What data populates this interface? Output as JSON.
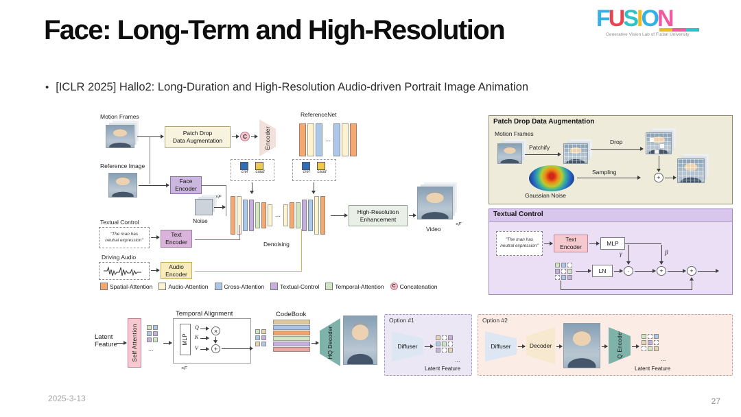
{
  "slide": {
    "title": "Face: Long-Term and High-Resolution",
    "bullet_marker": "•",
    "bullet": "[ICLR 2025] Hallo2: Long-Duration and High-Resolution Audio-driven Portrait Image Animation",
    "date": "2025-3-13",
    "page_number": "27"
  },
  "logo": {
    "letters": [
      {
        "char": "F",
        "color": "#33b1e4"
      },
      {
        "char": "U",
        "color": "#e84550"
      },
      {
        "char": "S",
        "color": "#2fc2c6"
      },
      {
        "char": "I",
        "color": "#f2b822"
      },
      {
        "char": "O",
        "color": "#33b1e4"
      },
      {
        "char": "N",
        "color": "#ef5ba1"
      }
    ],
    "subtitle": "Generative Vision Lab of Fudan University"
  },
  "main": {
    "motion_frames": "Motion Frames",
    "reference_image": "Reference Image",
    "textual_control": "Textual Control",
    "driving_audio": "Driving Audio",
    "prompt": "\"The man has\nneutral expression\"",
    "patch_drop": "Patch Drop\nData Augmentation",
    "concat": "C",
    "encoder": "Encoder",
    "referencenet": "ReferenceNet",
    "face_encoder": "Face\nEncoder",
    "text_encoder": "Text\nEncoder",
    "audio_encoder": "Audio\nEncoder",
    "noise": "Noise",
    "noise_mult": "×F",
    "cond_ref": "cref",
    "cond_aud": "caud",
    "denoising": "Denoising",
    "dots": "...",
    "hr_enhancement": "High-Resolution\nEnhancement",
    "video": "Video",
    "video_mult": "×F"
  },
  "legend": [
    {
      "label": "Spatial-Attention",
      "color": "#f5a971"
    },
    {
      "label": "Audio-Attention",
      "color": "#fdf3d1"
    },
    {
      "label": "Cross-Attention",
      "color": "#abc8e8"
    },
    {
      "label": "Textual-Control",
      "color": "#c5afdd"
    },
    {
      "label": "Temporal-Attention",
      "color": "#d2e6c2"
    },
    {
      "label": "Concatenation",
      "symbol": "C",
      "color": "#f6c3cb"
    }
  ],
  "patch_panel": {
    "title": "Patch Drop Data Augmentation",
    "motion_frames": "Motion Frames",
    "patchify": "Patchify",
    "drop": "Drop",
    "sampling": "Sampling",
    "gaussian_noise": "Gaussian Noise",
    "plus": "+"
  },
  "textual_panel": {
    "title": "Textual Control",
    "prompt": "\"The man has\nneutral expression\"",
    "text_encoder": "Text\nEncoder",
    "mlp": "MLP",
    "ln": "LN",
    "gamma": "γ",
    "beta": "β",
    "dot_op": "·",
    "plus": "+"
  },
  "bottom": {
    "latent_feature": "Latent\nFeature",
    "self_attention": "Self Attention",
    "mult_f": "×F",
    "dots": "...",
    "temporal_alignment": "Temporal Alignment",
    "mlp": "MLP",
    "q": "Q",
    "k": "K",
    "v": "V",
    "otimes": "×",
    "oplus": "+",
    "codebook": "CodeBook",
    "hq_decoder": "HQ Decoder",
    "option1": {
      "title": "Option #1",
      "diffuser": "Diffuser",
      "latent_feature": "Latent Feature"
    },
    "option2": {
      "title": "Option #2",
      "diffuser": "Diffuser",
      "decoder": "Decoder",
      "lq_encoder": "LQ Encoder",
      "latent_feature": "Latent Feature"
    }
  },
  "colors": {
    "spatial_attention": "#f5a971",
    "audio_attention": "#fdf3d1",
    "cross_attention": "#abc8e8",
    "textual_control": "#c5afdd",
    "temporal_attention": "#d2e6c2",
    "concat_pink": "#f6c3cb",
    "teal_block": "#7fb3aa",
    "cond_ref_blue": "#2f6db5",
    "cond_aud_yellow": "#f0c84a"
  }
}
